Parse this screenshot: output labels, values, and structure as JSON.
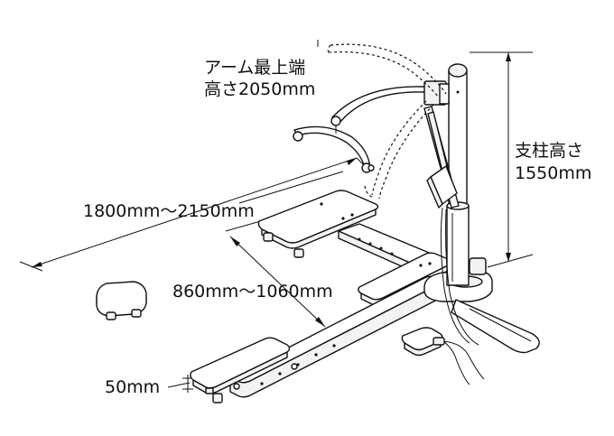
{
  "labels": {
    "arm_top_line1": "アーム最上端",
    "arm_top_line2": "高さ2050mm",
    "pole_line1": "支柱高さ",
    "pole_line2": "1550mm",
    "base_length": "1800mm〜2150mm",
    "base_width": "860mm〜1060mm",
    "thickness": "50mm"
  }
}
